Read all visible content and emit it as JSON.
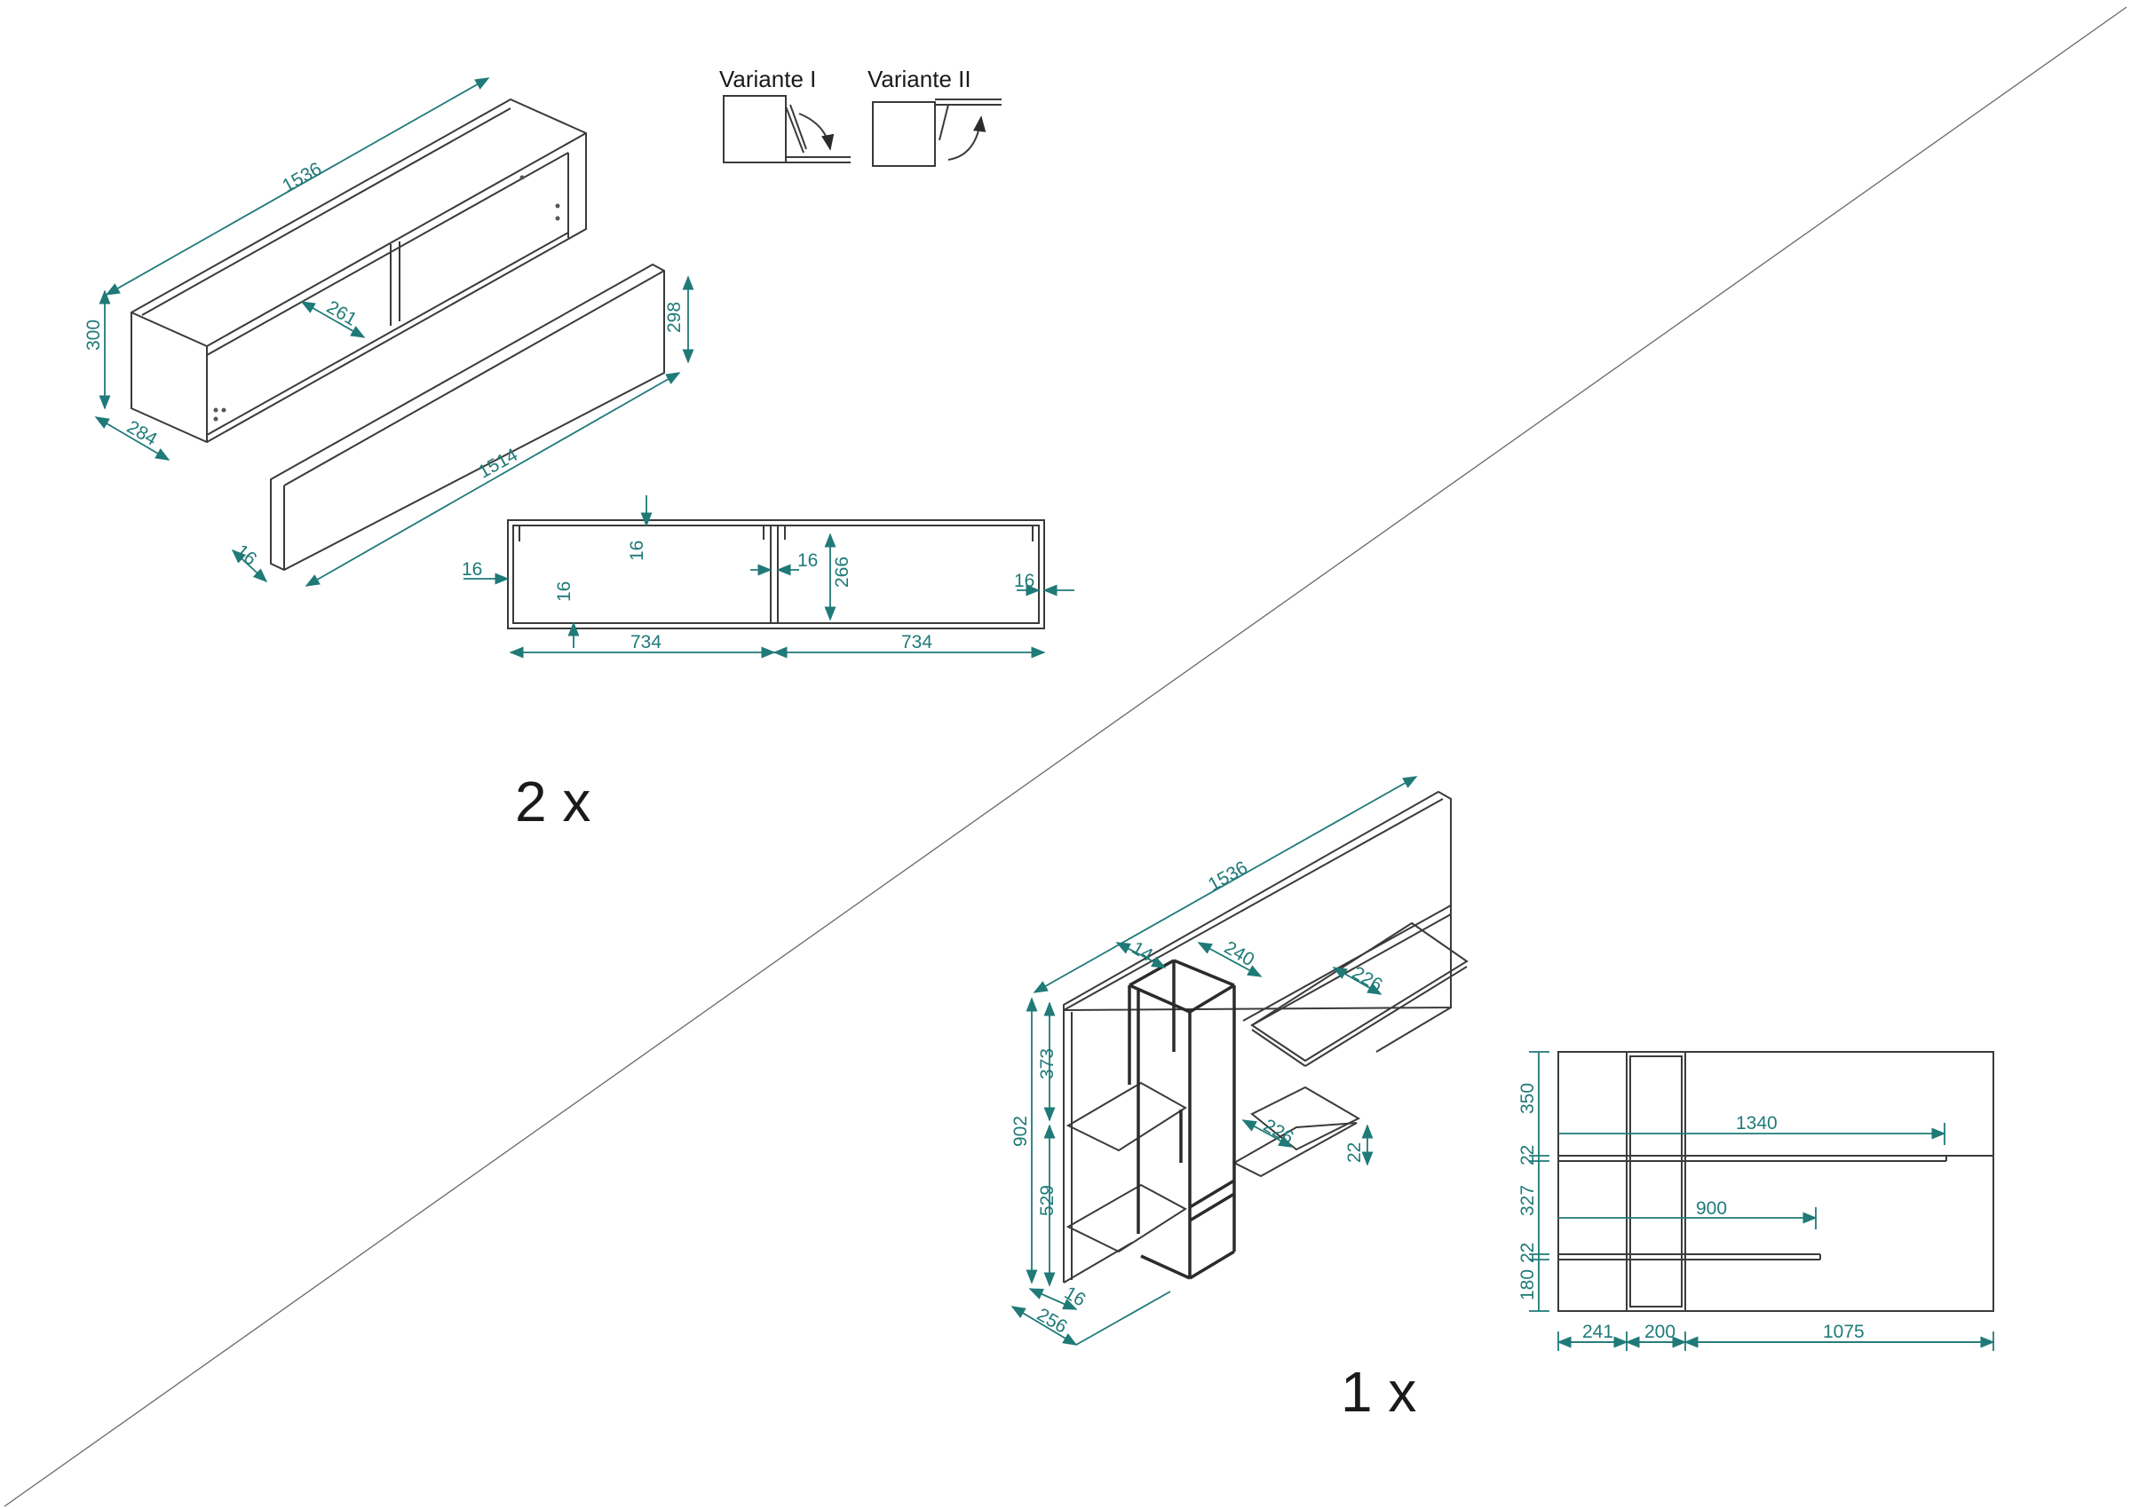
{
  "colors": {
    "dimension": "#1f7a78",
    "outline": "#3a3a3a",
    "background": "#ffffff"
  },
  "variants": {
    "v1": "Variante I",
    "v2": "Variante II"
  },
  "quantities": {
    "upper_unit": "2 x",
    "lower_unit": "1 x"
  },
  "upper_cabinet": {
    "length": "1536",
    "height": "300",
    "depth": "284",
    "inner_depth": "261"
  },
  "front_panel": {
    "height": "298",
    "length": "1514",
    "thickness": "16"
  },
  "front_view": {
    "side_left": "16",
    "top_gap": "16",
    "bottom_gap": "16",
    "middle": "16",
    "inner_height": "266",
    "side_right": "16",
    "compartment_left": "734",
    "compartment_right": "734"
  },
  "wall_unit": {
    "length": "1536",
    "frame_width": "240",
    "frame_gap": "14",
    "shelf_depth_top": "226",
    "shelf_depth_low": "226",
    "shelf_thickness": "22",
    "height_total": "902",
    "height_upper": "373",
    "height_lower": "529",
    "panel_thickness": "16",
    "depth": "256"
  },
  "elevation": {
    "h1": "350",
    "h2": "22",
    "h3": "327",
    "h4": "22",
    "h5": "180",
    "shelf_upper": "1340",
    "shelf_lower": "900",
    "w_left": "241",
    "w_frame": "200",
    "w_right": "1075"
  }
}
